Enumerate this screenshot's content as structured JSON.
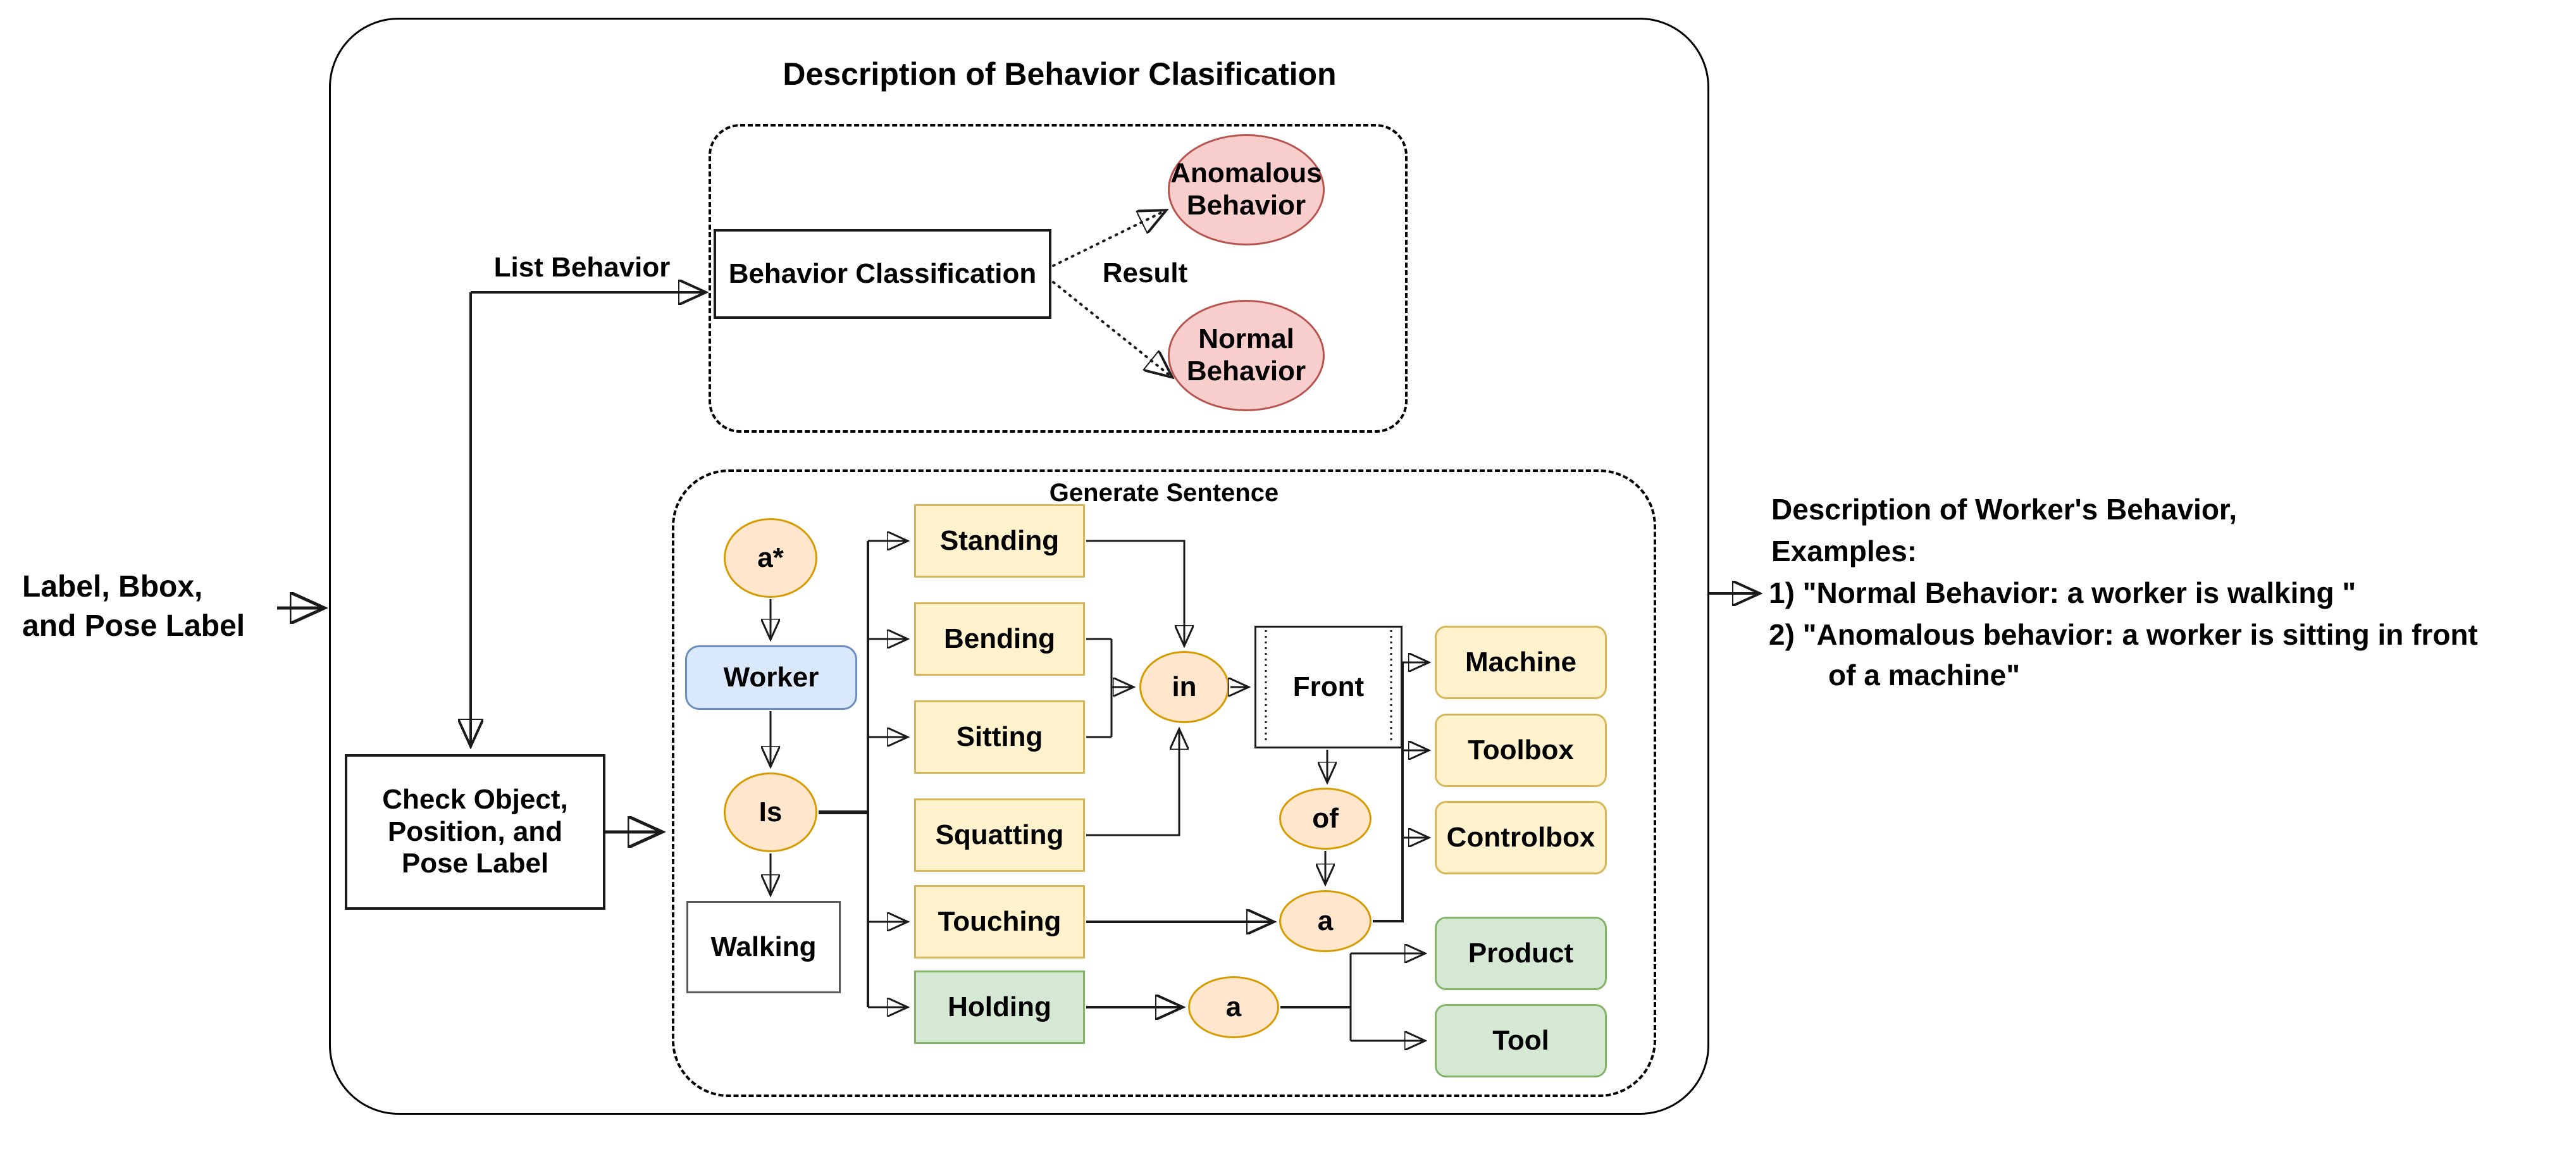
{
  "title": "Description of Behavior Clasification",
  "input": {
    "line1": "Label, Bbox,",
    "line2": "and Pose Label"
  },
  "classification": {
    "list_behavior": "List Behavior",
    "box_label": "Behavior Classification",
    "result_label": "Result",
    "anomalous_line1": "Anomalous",
    "anomalous_line2": "Behavior",
    "normal_line1": "Normal",
    "normal_line2": "Behavior"
  },
  "check": {
    "line1": "Check Object,",
    "line2": "Position, and",
    "line3": "Pose Label"
  },
  "generate": {
    "title": "Generate Sentence",
    "a_star": "a*",
    "worker": "Worker",
    "is_label": "Is",
    "walking": "Walking",
    "actions": [
      "Standing",
      "Bending",
      "Sitting",
      "Squatting",
      "Touching",
      "Holding"
    ],
    "in_label": "in",
    "front": "Front",
    "of_label": "of",
    "a_touch": "a",
    "a_hold": "a",
    "objects": [
      "Machine",
      "Toolbox",
      "Controlbox"
    ],
    "held_objects": [
      "Product",
      "Tool"
    ]
  },
  "output": {
    "line1": "Description of Worker's Behavior,",
    "line2": "Examples:",
    "line3": "1) \"Normal Behavior: a worker is walking \"",
    "line4": "2) \"Anomalous behavior: a worker is sitting in front",
    "line5": "of a machine\""
  },
  "colors": {
    "yellow_fill": "#FFF2CC",
    "yellow_border": "#D6B656",
    "green_fill": "#D5E8D4",
    "green_border": "#82B366",
    "blue_fill": "#DAE8FC",
    "blue_border": "#6C8EBF",
    "peach_fill": "#FFE6CC",
    "peach_border": "#D79B00",
    "pink_fill": "#F8CECC",
    "pink_border": "#B85450",
    "line": "#1a1a1a"
  }
}
